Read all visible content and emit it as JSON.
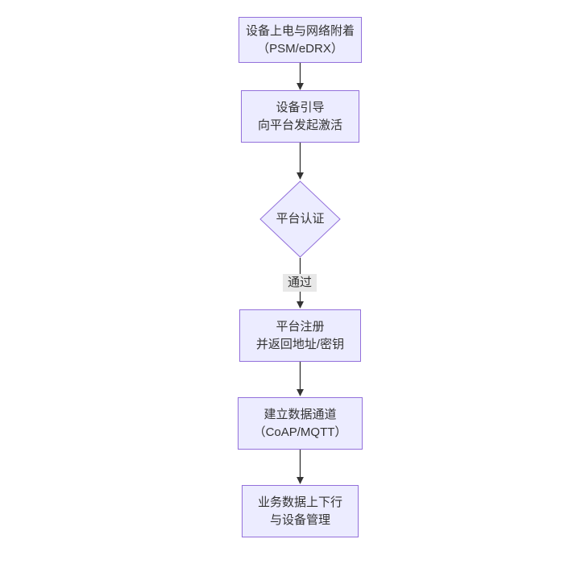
{
  "diagram": {
    "type": "flowchart",
    "direction": "top-down",
    "colors": {
      "background": "#ffffff",
      "node_fill": "#ececff",
      "node_border": "#9370db",
      "edge": "#333333",
      "text": "#333333",
      "edge_label_bg": "#e8e8e8"
    },
    "nodes": [
      {
        "id": "A",
        "shape": "rect",
        "lines": [
          "设备上电与网络附着",
          "（PSM/eDRX）"
        ]
      },
      {
        "id": "B",
        "shape": "rect",
        "lines": [
          "设备引导",
          "向平台发起激活"
        ]
      },
      {
        "id": "C",
        "shape": "diamond",
        "lines": [
          "平台认证"
        ]
      },
      {
        "id": "D",
        "shape": "rect",
        "lines": [
          "平台注册",
          "并返回地址/密钥"
        ]
      },
      {
        "id": "E",
        "shape": "rect",
        "lines": [
          "建立数据通道",
          "（CoAP/MQTT）"
        ]
      },
      {
        "id": "F",
        "shape": "rect",
        "lines": [
          "业务数据上下行",
          "与设备管理"
        ]
      }
    ],
    "edges": [
      {
        "from": "A",
        "to": "B",
        "label": ""
      },
      {
        "from": "B",
        "to": "C",
        "label": ""
      },
      {
        "from": "C",
        "to": "D",
        "label": "通过"
      },
      {
        "from": "D",
        "to": "E",
        "label": ""
      },
      {
        "from": "E",
        "to": "F",
        "label": ""
      }
    ]
  }
}
